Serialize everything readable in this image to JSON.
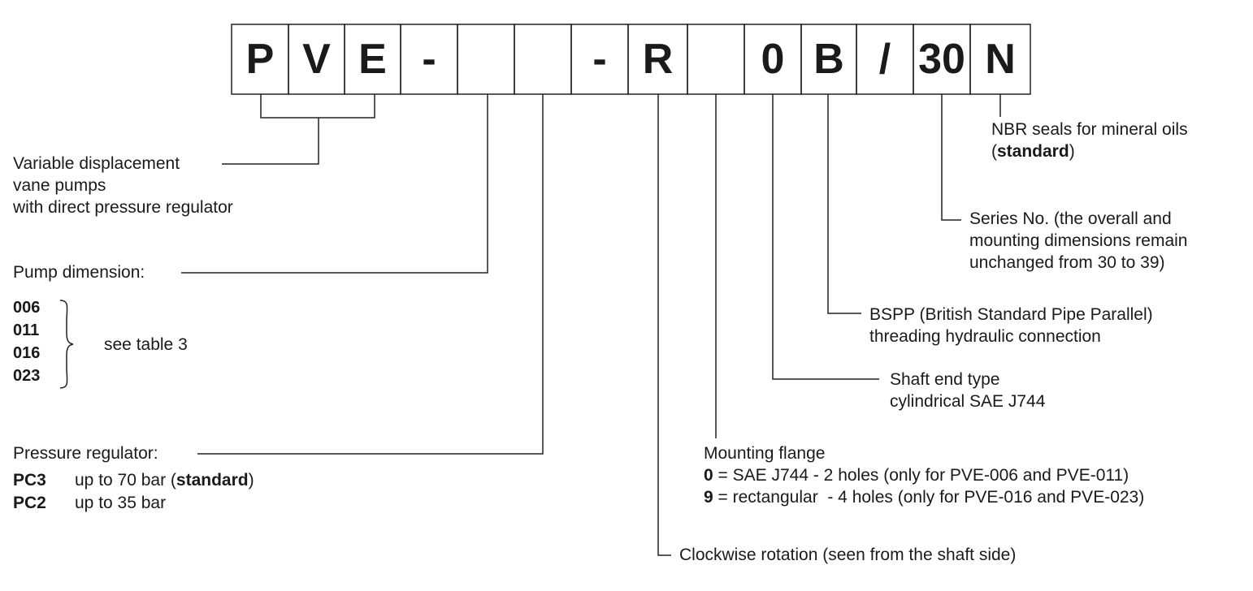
{
  "code": [
    "P",
    "V",
    "E",
    "-",
    "",
    "",
    "-",
    "R",
    "",
    "0",
    "B",
    "/",
    "30",
    "N"
  ],
  "seals": {
    "line1": "NBR seals for mineral oils",
    "line2_open": "(",
    "line2_bold": "standard",
    "line2_close": ")"
  },
  "pump_type": {
    "line1": "Variable displacement",
    "line2": "vane pumps",
    "line3": "with direct pressure regulator"
  },
  "series": {
    "line1": "Series No. (the overall and",
    "line2": "mounting dimensions remain",
    "line3": "unchanged from 30 to 39)"
  },
  "pump_dimension": {
    "label": "Pump dimension:",
    "options": [
      "006",
      "011",
      "016",
      "023"
    ],
    "note": "see table 3"
  },
  "threading": {
    "line1": "BSPP (British Standard Pipe Parallel)",
    "line2": "threading hydraulic connection"
  },
  "shaft": {
    "line1": "Shaft end type",
    "line2": "cylindrical SAE J744"
  },
  "pressure_regulator": {
    "label": "Pressure regulator:",
    "options": [
      {
        "code": "PC3",
        "desc_pre": "up to 70 bar (",
        "desc_bold": "standard",
        "desc_post": ")"
      },
      {
        "code": "PC2",
        "desc_pre": "up to 35 bar",
        "desc_bold": "",
        "desc_post": ""
      }
    ]
  },
  "mounting_flange": {
    "title": "Mounting flange",
    "options": [
      {
        "code": "0",
        "desc": " = SAE J744 - 2 holes (only for PVE-006 and PVE-011)"
      },
      {
        "code": "9",
        "desc": " = rectangular  - 4 holes (only for PVE-016 and PVE-023)"
      }
    ]
  },
  "rotation": {
    "text": "Clockwise rotation (seen from the shaft side)"
  }
}
